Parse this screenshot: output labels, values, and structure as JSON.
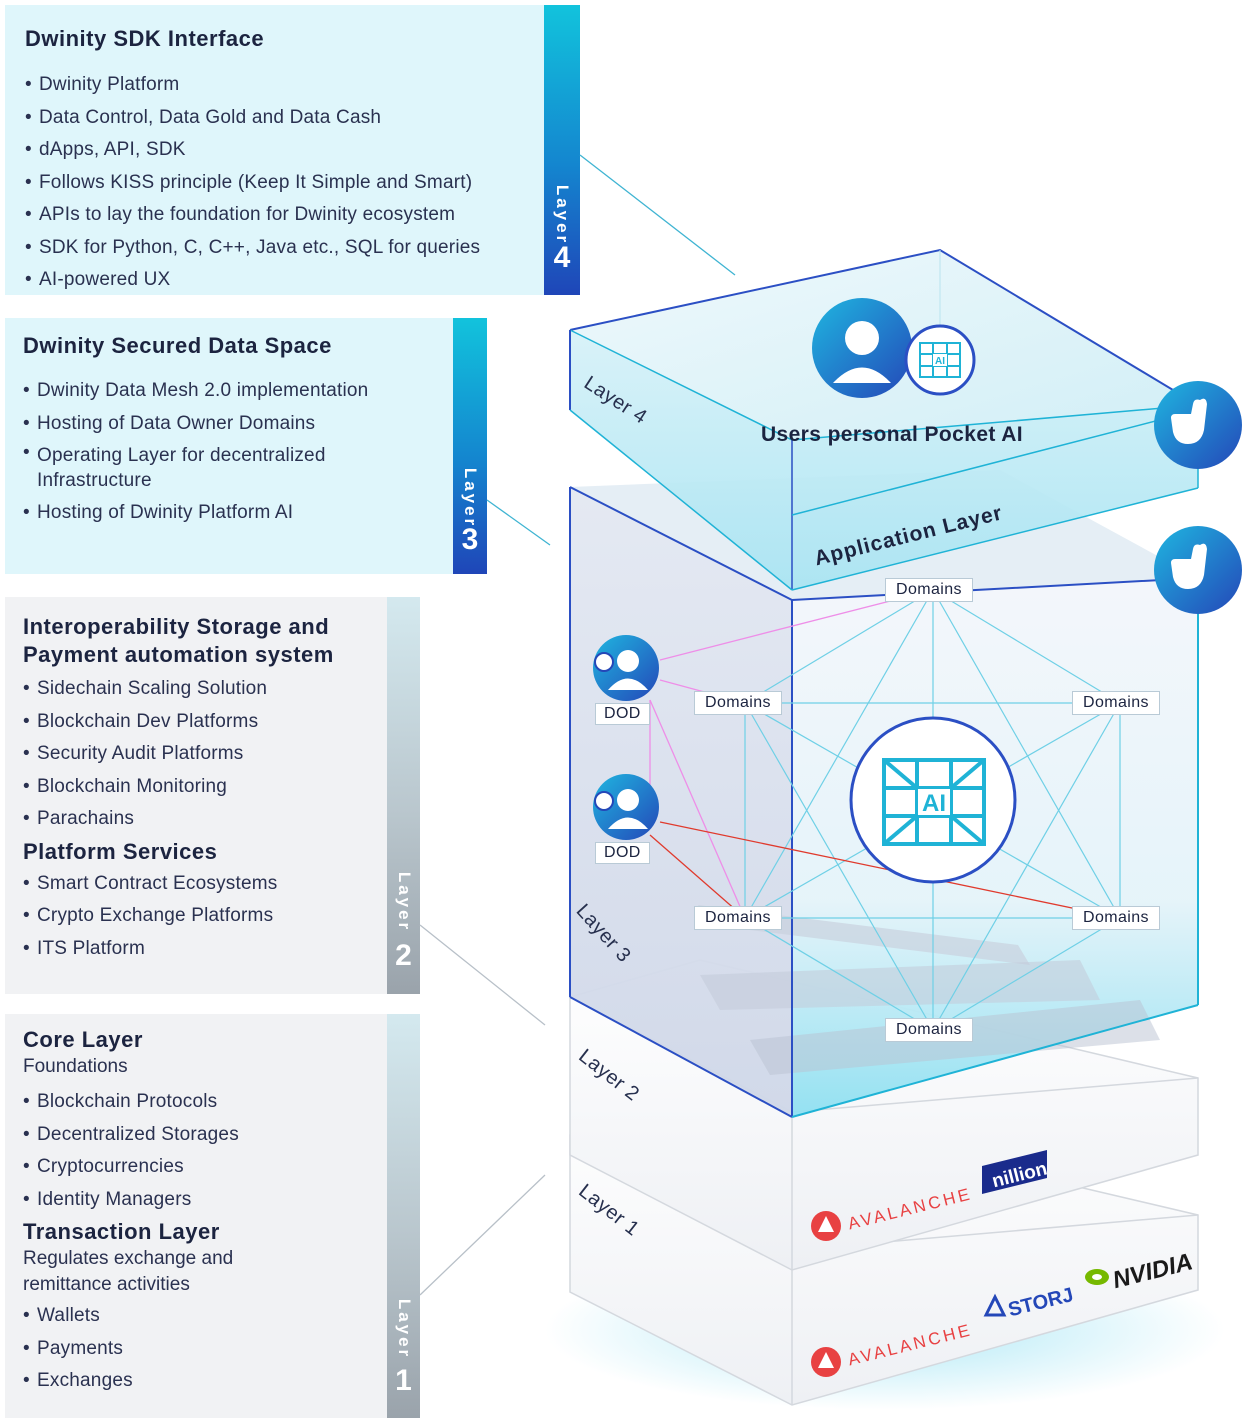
{
  "layer4_panel": {
    "title": "Dwinity SDK Interface",
    "items": [
      "Dwinity Platform",
      "Data Control, Data Gold and Data Cash",
      "dApps, API, SDK",
      "Follows KISS principle (Keep It Simple and Smart)",
      "APIs to lay the foundation for Dwinity ecosystem",
      "SDK for Python, C, C++, Java etc., SQL for queries",
      "AI-powered UX"
    ],
    "tab_label": "Layer",
    "tab_number": "4"
  },
  "layer3_panel": {
    "title": "Dwinity Secured Data Space",
    "items": [
      "Dwinity Data Mesh 2.0 implementation",
      "Hosting of Data Owner Domains",
      "Operating Layer for decentralized Infrastructure",
      "Hosting of Dwinity Platform AI"
    ],
    "tab_label": "Layer",
    "tab_number": "3"
  },
  "layer2_panel": {
    "title": "Interoperability Storage and Payment automation system",
    "items": [
      "Sidechain Scaling Solution",
      "Blockchain Dev Platforms",
      "Security Audit Platforms",
      "Blockchain Monitoring",
      "Parachains"
    ],
    "title2": "Platform Services",
    "items2": [
      "Smart Contract Ecosystems",
      "Crypto Exchange Platforms",
      "ITS Platform"
    ],
    "tab_label": "Layer",
    "tab_number": "2"
  },
  "layer1_panel": {
    "title": "Core Layer",
    "subtitle": "Foundations",
    "items": [
      "Blockchain Protocols",
      "Decentralized Storages",
      "Cryptocurrencies",
      "Identity Managers"
    ],
    "title2": "Transaction Layer",
    "subtitle2": "Regulates exchange and remittance activities",
    "items2": [
      "Wallets",
      "Payments",
      "Exchanges"
    ],
    "tab_label": "Layer",
    "tab_number": "1"
  },
  "diagram": {
    "layer4_tag": "Layer 4",
    "layer3_tag": "Layer 3",
    "layer2_tag": "Layer 2",
    "layer1_tag": "Layer 1",
    "pocket_ai_label": "Users personal Pocket AI",
    "application_layer_label": "Application Layer",
    "ai_badge": "AI",
    "dod_label": "DOD",
    "domains_label": "Domains",
    "brands": {
      "avalanche": "AVALANCHE",
      "nillion": "nillion",
      "storj": "STORJ",
      "nvidia": "NVIDIA"
    }
  },
  "colors": {
    "tab_cyan": "#12b5d6",
    "tab_blue": "#1f46b8",
    "panel_light_cyan": "#dff6fb",
    "panel_grey": "#f1f2f4",
    "accent_red": "#e03a2d",
    "accent_pink": "#ee8ee8",
    "line_cyan": "#6fd0e6",
    "nvidia_green": "#76b900"
  }
}
